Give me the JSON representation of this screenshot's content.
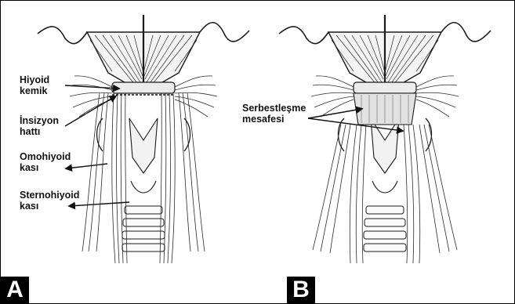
{
  "panels": [
    {
      "letter": "A",
      "labels": {
        "hyoid": "Hiyoid\nkemik",
        "incision": "İnsizyon\nhattı",
        "omohyoid": "Omohiyoid\nkası",
        "sternohyoid": "Sternohiyoid\nkası"
      }
    },
    {
      "letter": "B",
      "labels": {
        "release": "Serbestleşme\nmesafesi"
      }
    }
  ],
  "colors": {
    "ink": "#1a1a1a",
    "background": "#ffffff",
    "label_box": "#000000"
  }
}
